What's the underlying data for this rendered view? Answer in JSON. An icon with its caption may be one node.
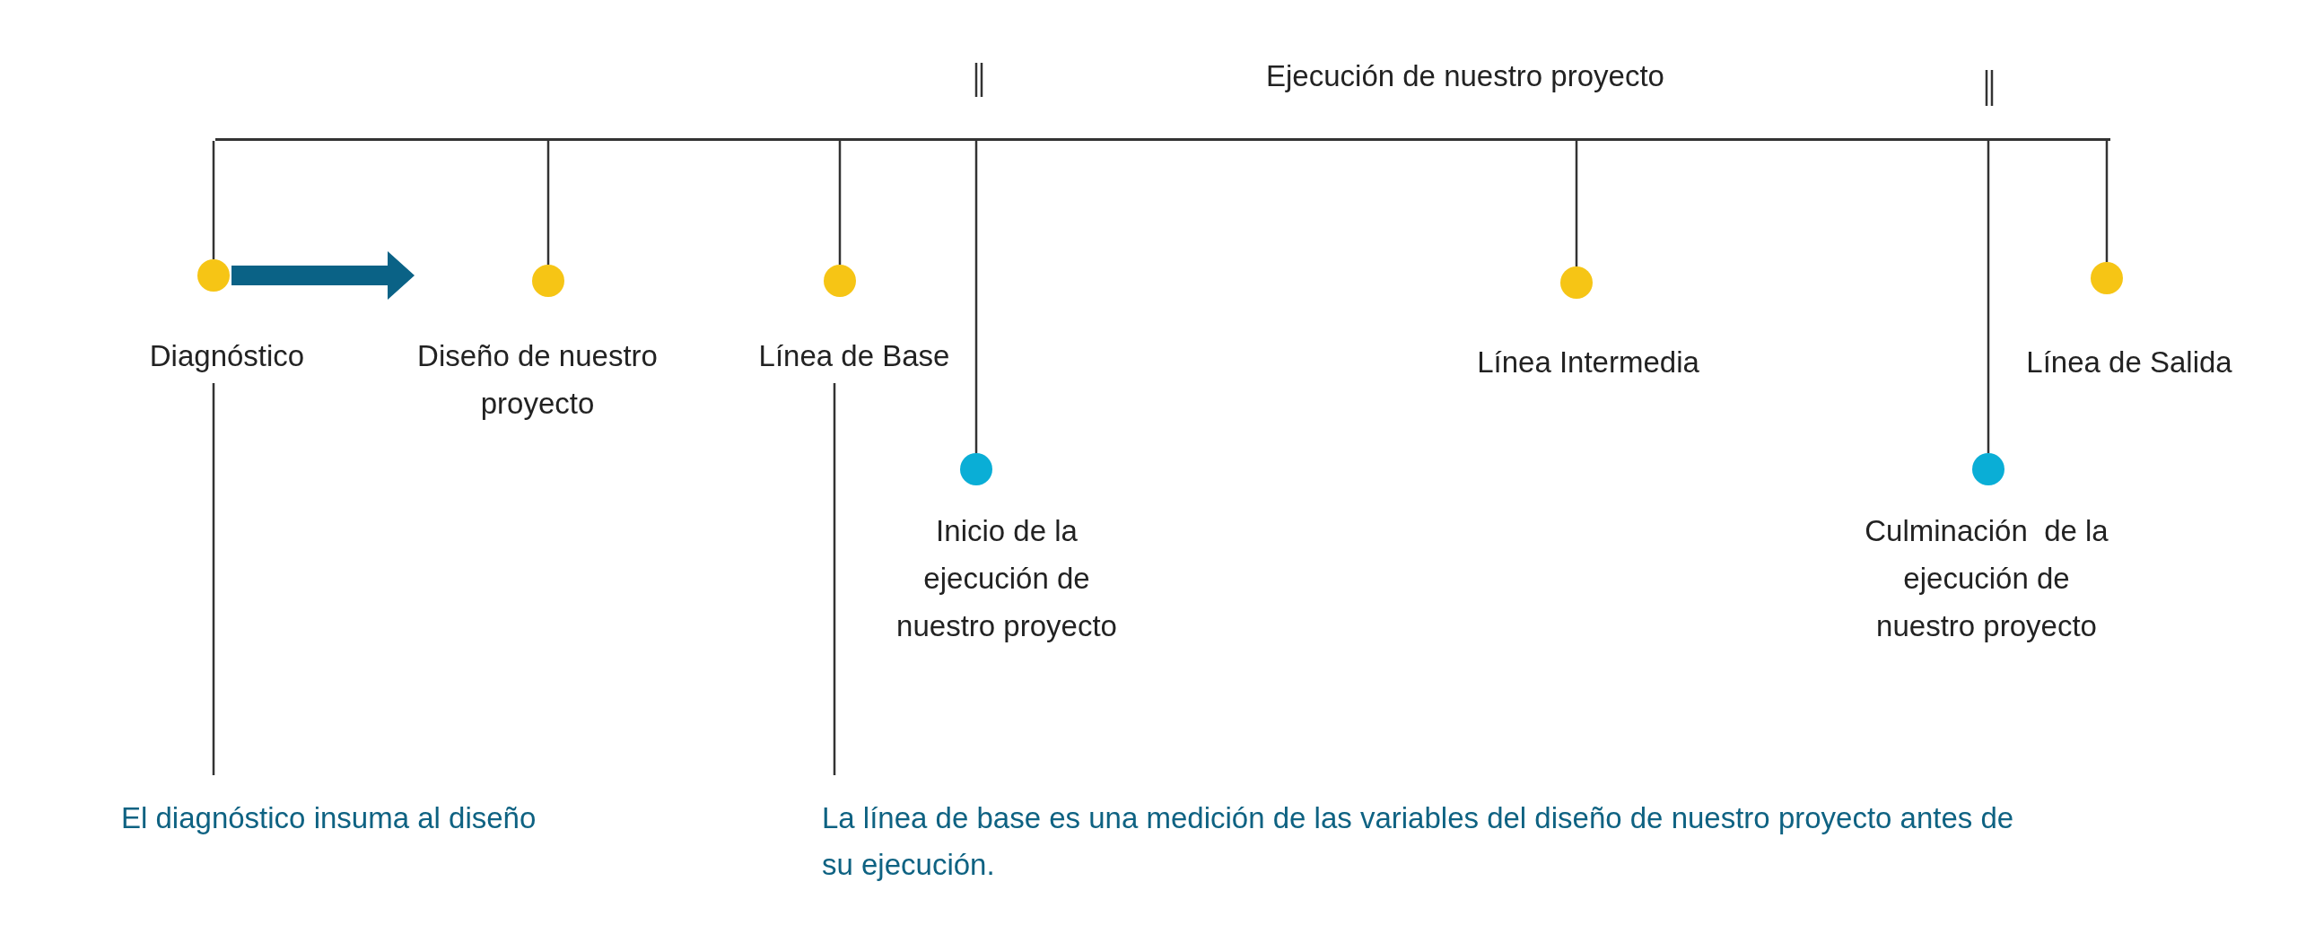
{
  "diagram": {
    "nodes": [
      {
        "text": [],
        "shape": "bar"
      },
      {
        "text": [
          "Diagnóstico"
        ]
      },
      {
        "text": [
          "Diseño de nuestro proyecto"
        ]
      },
      {
        "text": [
          "Línea de Base"
        ]
      },
      {
        "text": [
          "Inicio de la ejecución de nuestro proyecto"
        ]
      },
      {
        "text": [
          "Línea Intermedia"
        ]
      },
      {
        "text": [
          "Culminación  de la ejecución de nuestro proyecto"
        ]
      },
      {
        "text": [
          "Línea de Salida"
        ]
      },
      {
        "text": [
          "El diagnóstico insuma al diseño"
        ]
      },
      {
        "text": [
          "La línea de base es una medición de las variables del diseño de nuestro proyecto antes de su ejecución."
        ]
      }
    ],
    "edges": [
      {
        "from": 0,
        "to": 1,
        "arrow": "none"
      },
      {
        "from": 0,
        "to": 2,
        "arrow": "none"
      },
      {
        "from": 0,
        "to": 3,
        "arrow": "none"
      },
      {
        "from": 0,
        "to": 4,
        "arrow": "none"
      },
      {
        "from": 0,
        "to": 5,
        "arrow": "none"
      },
      {
        "from": 0,
        "to": 6,
        "arrow": "none"
      },
      {
        "from": 0,
        "to": 7,
        "arrow": "none"
      },
      {
        "from": 1,
        "to": 2,
        "arrow": "to",
        "style": "thick",
        "color": "#0a6286"
      },
      {
        "from": 8,
        "to": 1,
        "arrow": "none"
      },
      {
        "from": 9,
        "to": 3,
        "arrow": "none"
      }
    ],
    "labels": [
      "Ejecución de nuestro proyecto"
    ]
  }
}
